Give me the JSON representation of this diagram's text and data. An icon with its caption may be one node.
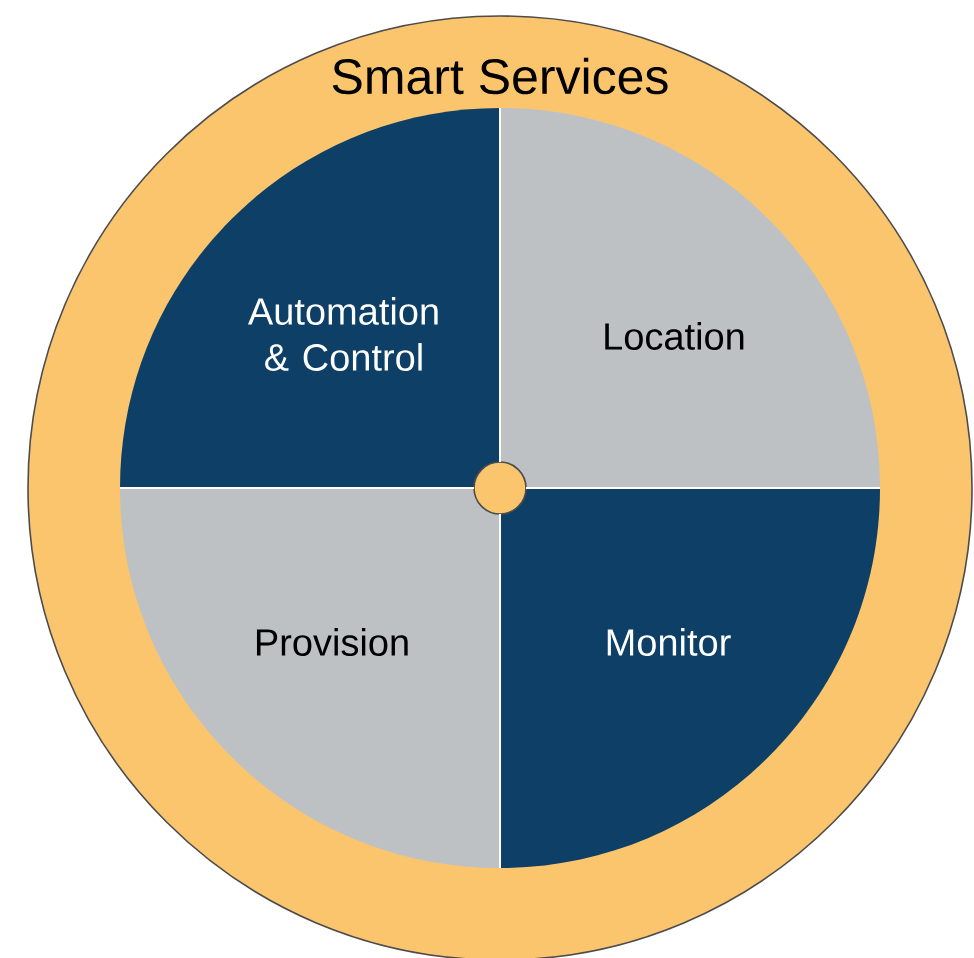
{
  "diagram": {
    "nodes": [
      {
        "text": [
          "Smart Services"
        ]
      },
      {
        "text": [
          "Automation & Control"
        ],
        "in": 0
      },
      {
        "text": [
          "Location"
        ],
        "in": 0
      },
      {
        "text": [
          "Provision"
        ],
        "in": 0
      },
      {
        "text": [
          "Monitor"
        ],
        "in": 0
      },
      {
        "text": [],
        "shape": "circle",
        "in": 0
      }
    ]
  }
}
